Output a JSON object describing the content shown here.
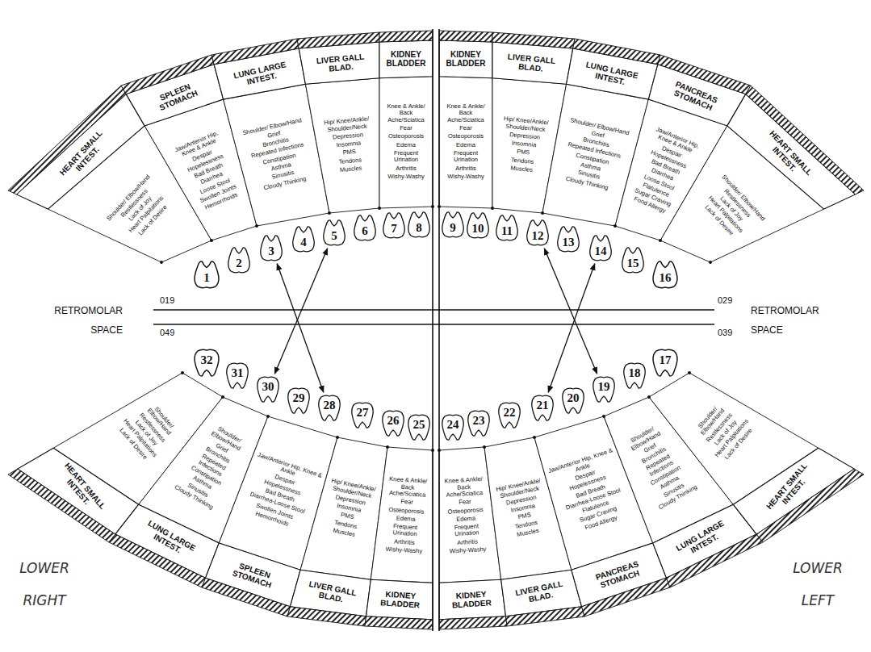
{
  "diagram": {
    "nodes": [
      {
        "text": [
          "HEART SMALL INTEST."
        ]
      },
      {
        "text": [
          "SPLEEN STOMACH"
        ]
      },
      {
        "text": [
          "LUNG LARGE INTEST."
        ]
      },
      {
        "text": [
          "LIVER GALL BLAD."
        ]
      },
      {
        "text": [
          "KIDNEY BLADDER"
        ]
      },
      {
        "text": [
          "KIDNEY BLADDER"
        ]
      },
      {
        "text": [
          "LIVER GALL BLAD."
        ]
      },
      {
        "text": [
          "LUNG LARGE INTEST."
        ]
      },
      {
        "text": [
          "PANCREAS STOMACH"
        ]
      },
      {
        "text": [
          "HEART SMALL INTEST."
        ]
      },
      {
        "text": [
          "Shoulder/ Elbow/Hand",
          "Restlessness",
          "Lack of Joy",
          "Heart Palpitations",
          "Lack of Desire"
        ]
      },
      {
        "text": [
          "Jaw/Anterior Hip, Knee & Ankle",
          "Despair",
          "Hopelessness",
          "Bad Breath",
          "Diarrhea",
          "Loose Stool",
          "Swollen Joints",
          "Hemorrhoids"
        ]
      },
      {
        "text": [
          "Shoulder/ Elbow/Hand",
          "Grief",
          "Bronchitis",
          "Repeated Infections",
          "Constipation",
          "Asthma",
          "Sinusitis",
          "Cloudy Thinking"
        ]
      },
      {
        "text": [
          "Hip/ Knee/Ankle/ Shoulder/Neck",
          "Depression",
          "Insomnia",
          "PMS",
          "Tendons",
          "Muscles"
        ]
      },
      {
        "text": [
          "Knee & Ankle/ Back Ache/Sciatica",
          "Fear",
          "Osteoporosis",
          "Edema",
          "Frequent Urination",
          "Arthritis",
          "Wishy-Washy"
        ]
      },
      {
        "text": [
          "Knee & Ankle/ Back Ache/Sciatica",
          "Fear",
          "Osteoporosis",
          "Edema",
          "Frequent Urination",
          "Arthritis",
          "Wishy-Washy"
        ]
      },
      {
        "text": [
          "Hip/ Knee/Ankle/ Shoulder/Neck",
          "Depression",
          "Insomnia",
          "PMS",
          "Tendons",
          "Muscles"
        ]
      },
      {
        "text": [
          "Shoulder/ Elbow/Hand",
          "Grief",
          "Bronchitis",
          "Repeated Infections",
          "Constipation",
          "Asthma",
          "Sinusitis",
          "Cloudy Thinking"
        ]
      },
      {
        "text": [
          "Jaw/Anterior Hip, Knee & Ankle",
          "Despair",
          "Hopelessness",
          "Bad Breath",
          "Diarrhea",
          "Loose Stool",
          "Flatulence",
          "Sugar Craving",
          "Food Allergy"
        ]
      },
      {
        "text": [
          "Shoulder/ Elbow/Hand",
          "Restlessness",
          "Lack of Joy",
          "Heart Palpitations",
          "Lack of Desire"
        ]
      },
      {
        "text": [
          "1"
        ]
      },
      {
        "text": [
          "2"
        ]
      },
      {
        "text": [
          "3"
        ]
      },
      {
        "text": [
          "4"
        ]
      },
      {
        "text": [
          "5"
        ]
      },
      {
        "text": [
          "6"
        ]
      },
      {
        "text": [
          "7"
        ]
      },
      {
        "text": [
          "8"
        ]
      },
      {
        "text": [
          "9"
        ]
      },
      {
        "text": [
          "10"
        ]
      },
      {
        "text": [
          "11"
        ]
      },
      {
        "text": [
          "12"
        ]
      },
      {
        "text": [
          "13"
        ]
      },
      {
        "text": [
          "14"
        ]
      },
      {
        "text": [
          "15"
        ]
      },
      {
        "text": [
          "16"
        ]
      },
      {
        "text": [
          "32"
        ]
      },
      {
        "text": [
          "31"
        ]
      },
      {
        "text": [
          "30"
        ]
      },
      {
        "text": [
          "29"
        ]
      },
      {
        "text": [
          "28"
        ]
      },
      {
        "text": [
          "27"
        ]
      },
      {
        "text": [
          "26"
        ]
      },
      {
        "text": [
          "25"
        ]
      },
      {
        "text": [
          "24"
        ]
      },
      {
        "text": [
          "23"
        ]
      },
      {
        "text": [
          "22"
        ]
      },
      {
        "text": [
          "21"
        ]
      },
      {
        "text": [
          "20"
        ]
      },
      {
        "text": [
          "19"
        ]
      },
      {
        "text": [
          "18"
        ]
      },
      {
        "text": [
          "17"
        ]
      },
      {
        "text": [
          "Shoulder/ Elbow/Hand",
          "Restlessness",
          "Lack of Joy",
          "Heart Palpitations",
          "Lack of Desire"
        ]
      },
      {
        "text": [
          "Shoulder/ Elbow/Hand",
          "Grief",
          "Bronchitis",
          "Repeated Infections",
          "Constipation",
          "Asthma",
          "Sinusitis",
          "Cloudy Thinking"
        ]
      },
      {
        "text": [
          "Jaw/Anterior Hip, Knee & Ankle",
          "Despair",
          "Hopelessness",
          "Bad Breath",
          "Diarrhea-Loose Stool",
          "Swollen Joints",
          "Hemorrhoids"
        ]
      },
      {
        "text": [
          "Hip/ Knee/Ankle/ Shoulder/Neck",
          "Depression",
          "Insomnia",
          "PMS",
          "Tendons",
          "Muscles"
        ]
      },
      {
        "text": [
          "Knee & Ankle/ Back Ache/Sciatica",
          "Fear",
          "Osteoporosis",
          "Edema",
          "Frequent Urination",
          "Arthritis",
          "Wishy-Washy"
        ]
      },
      {
        "text": [
          "Knee & Ankle/ Back Ache/Sciatica",
          "Fear",
          "Osteoporosis",
          "Edema",
          "Frequent Urination",
          "Arthritis",
          "Wishy-Washy"
        ]
      },
      {
        "text": [
          "Hip/ Knee/Ankle/ Shoulder/Neck",
          "Depression",
          "Insomnia",
          "PMS",
          "Tendons",
          "Muscles"
        ]
      },
      {
        "text": [
          "Jaw/Anterior Hip, Knee & Ankle",
          "Despair",
          "Hopelessness",
          "Bad Breath",
          "Diarrhea-Loose Stool",
          "Flatulence",
          "Sugar Craving",
          "Food Allergy"
        ]
      },
      {
        "text": [
          "Shoulder/ Elbow/Hand",
          "Grief",
          "Bronchitis",
          "Repeated Infections",
          "Constipation",
          "Asthma",
          "Sinusitis",
          "Cloudy Thinking"
        ]
      },
      {
        "text": [
          "Shoulder/ Elbow/Hand",
          "Restlessness",
          "Lack of Joy",
          "Heart Palpitations",
          "Lack of Desire"
        ]
      },
      {
        "text": [
          "HEART SMALL INTEST."
        ]
      },
      {
        "text": [
          "LUNG LARGE INTEST."
        ]
      },
      {
        "text": [
          "SPLEEN STOMACH"
        ]
      },
      {
        "text": [
          "LIVER GALL BLAD."
        ]
      },
      {
        "text": [
          "KIDNEY BLADDER"
        ]
      },
      {
        "text": [
          "KIDNEY BLADDER"
        ]
      },
      {
        "text": [
          "LIVER GALL BLAD."
        ]
      },
      {
        "text": [
          "PANCREAS STOMACH"
        ]
      },
      {
        "text": [
          "LUNG LARGE INTEST."
        ]
      },
      {
        "text": [
          "HEART SMALL INTEST."
        ]
      }
    ],
    "edges": [
      {
        "from": 22,
        "to": 40,
        "arrow": "both"
      },
      {
        "from": 24,
        "to": 38,
        "arrow": "both"
      },
      {
        "from": 31,
        "to": 49,
        "arrow": "both"
      },
      {
        "from": 33,
        "to": 47,
        "arrow": "both"
      }
    ],
    "labels": [
      "019",
      "RETROMOLAR SPACE",
      "029",
      "RETROMOLAR SPACE",
      "049",
      "039",
      "LOWER RIGHT",
      "LOWER LEFT"
    ]
  }
}
